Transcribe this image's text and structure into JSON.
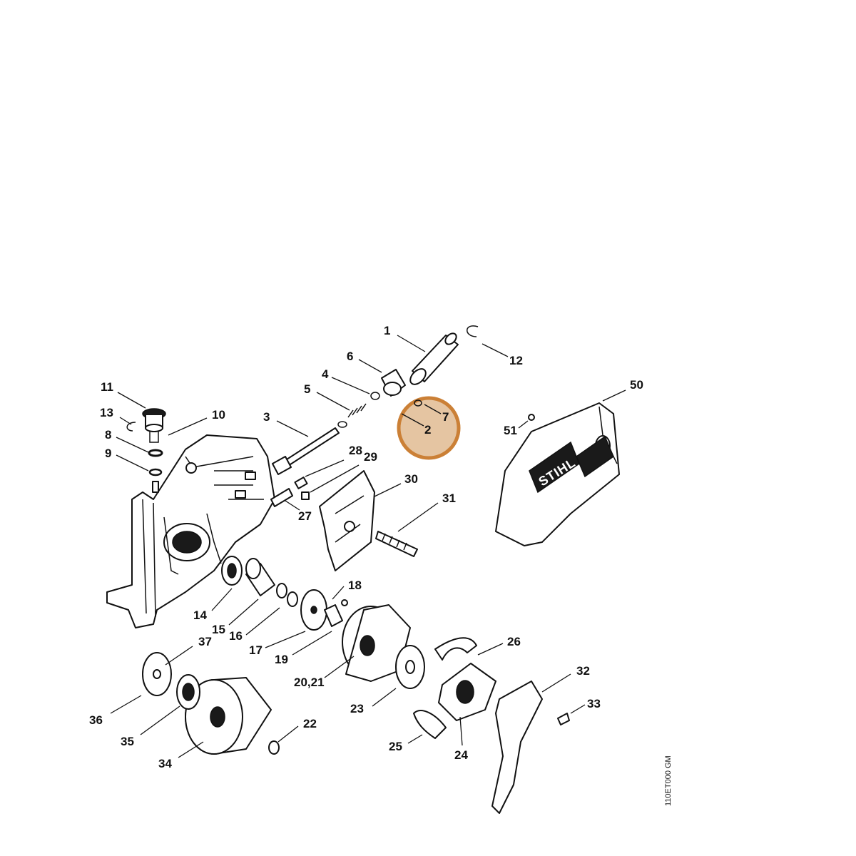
{
  "diagram": {
    "reference_code": "110ET000 GM",
    "brand_text": "STIHL",
    "highlight_color": "#E4C29E",
    "highlight_ring_color": "#C97A2C",
    "part_labels": [
      {
        "id": "p1",
        "text": "1"
      },
      {
        "id": "p2",
        "text": "2"
      },
      {
        "id": "p3",
        "text": "3"
      },
      {
        "id": "p4",
        "text": "4"
      },
      {
        "id": "p5",
        "text": "5"
      },
      {
        "id": "p6",
        "text": "6"
      },
      {
        "id": "p7",
        "text": "7"
      },
      {
        "id": "p8",
        "text": "8"
      },
      {
        "id": "p9",
        "text": "9"
      },
      {
        "id": "p10",
        "text": "10"
      },
      {
        "id": "p11",
        "text": "11"
      },
      {
        "id": "p12",
        "text": "12"
      },
      {
        "id": "p13",
        "text": "13"
      },
      {
        "id": "p14",
        "text": "14"
      },
      {
        "id": "p15",
        "text": "15"
      },
      {
        "id": "p16",
        "text": "16"
      },
      {
        "id": "p17",
        "text": "17"
      },
      {
        "id": "p18",
        "text": "18"
      },
      {
        "id": "p19",
        "text": "19"
      },
      {
        "id": "p20_21",
        "text": "20,21"
      },
      {
        "id": "p22",
        "text": "22"
      },
      {
        "id": "p23",
        "text": "23"
      },
      {
        "id": "p24",
        "text": "24"
      },
      {
        "id": "p25",
        "text": "25"
      },
      {
        "id": "p26",
        "text": "26"
      },
      {
        "id": "p27",
        "text": "27"
      },
      {
        "id": "p28",
        "text": "28"
      },
      {
        "id": "p29",
        "text": "29"
      },
      {
        "id": "p30",
        "text": "30"
      },
      {
        "id": "p31",
        "text": "31"
      },
      {
        "id": "p32",
        "text": "32"
      },
      {
        "id": "p33",
        "text": "33"
      },
      {
        "id": "p34",
        "text": "34"
      },
      {
        "id": "p35",
        "text": "35"
      },
      {
        "id": "p36",
        "text": "36"
      },
      {
        "id": "p37",
        "text": "37"
      },
      {
        "id": "p50",
        "text": "50"
      },
      {
        "id": "p51",
        "text": "51"
      }
    ]
  }
}
